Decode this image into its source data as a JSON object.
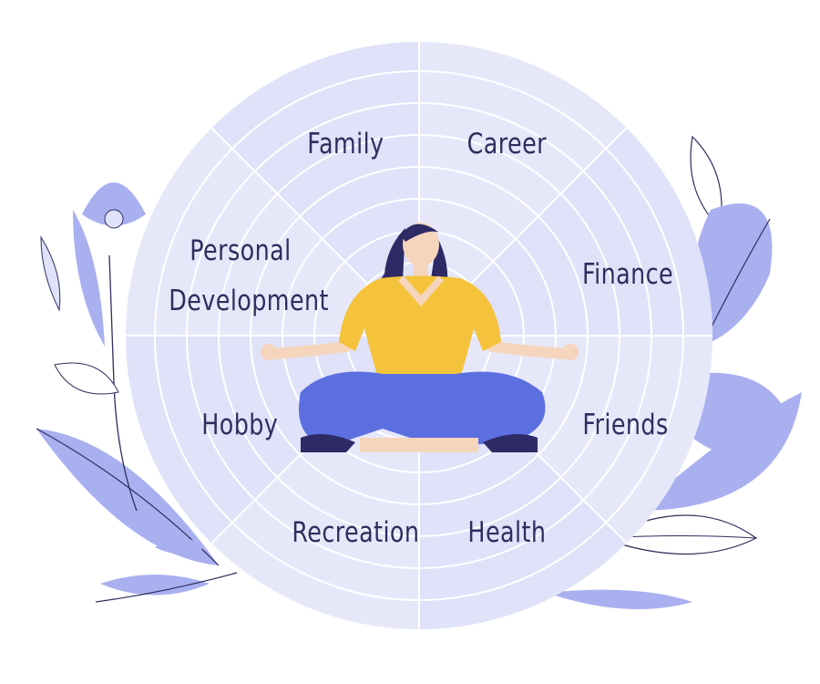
{
  "wheel": {
    "segments": [
      {
        "id": "family",
        "label": "Family"
      },
      {
        "id": "career",
        "label": "Career"
      },
      {
        "id": "finance",
        "label": "Finance"
      },
      {
        "id": "friends",
        "label": "Friends"
      },
      {
        "id": "health",
        "label": "Health"
      },
      {
        "id": "recreation",
        "label": "Recreation"
      },
      {
        "id": "hobby",
        "label": "Hobby"
      },
      {
        "id": "personal_development",
        "label_line1": "Personal",
        "label_line2": "Development"
      }
    ]
  },
  "colors": {
    "wheel_light": "#eceefb",
    "wheel_mid": "#dfe2f8",
    "leaf": "#a9b0f0",
    "shirt": "#f5c33b",
    "pants": "#5c6fe0",
    "hair": "#2e2a66",
    "skin": "#f6d5bd",
    "text": "#2f2e5e"
  }
}
